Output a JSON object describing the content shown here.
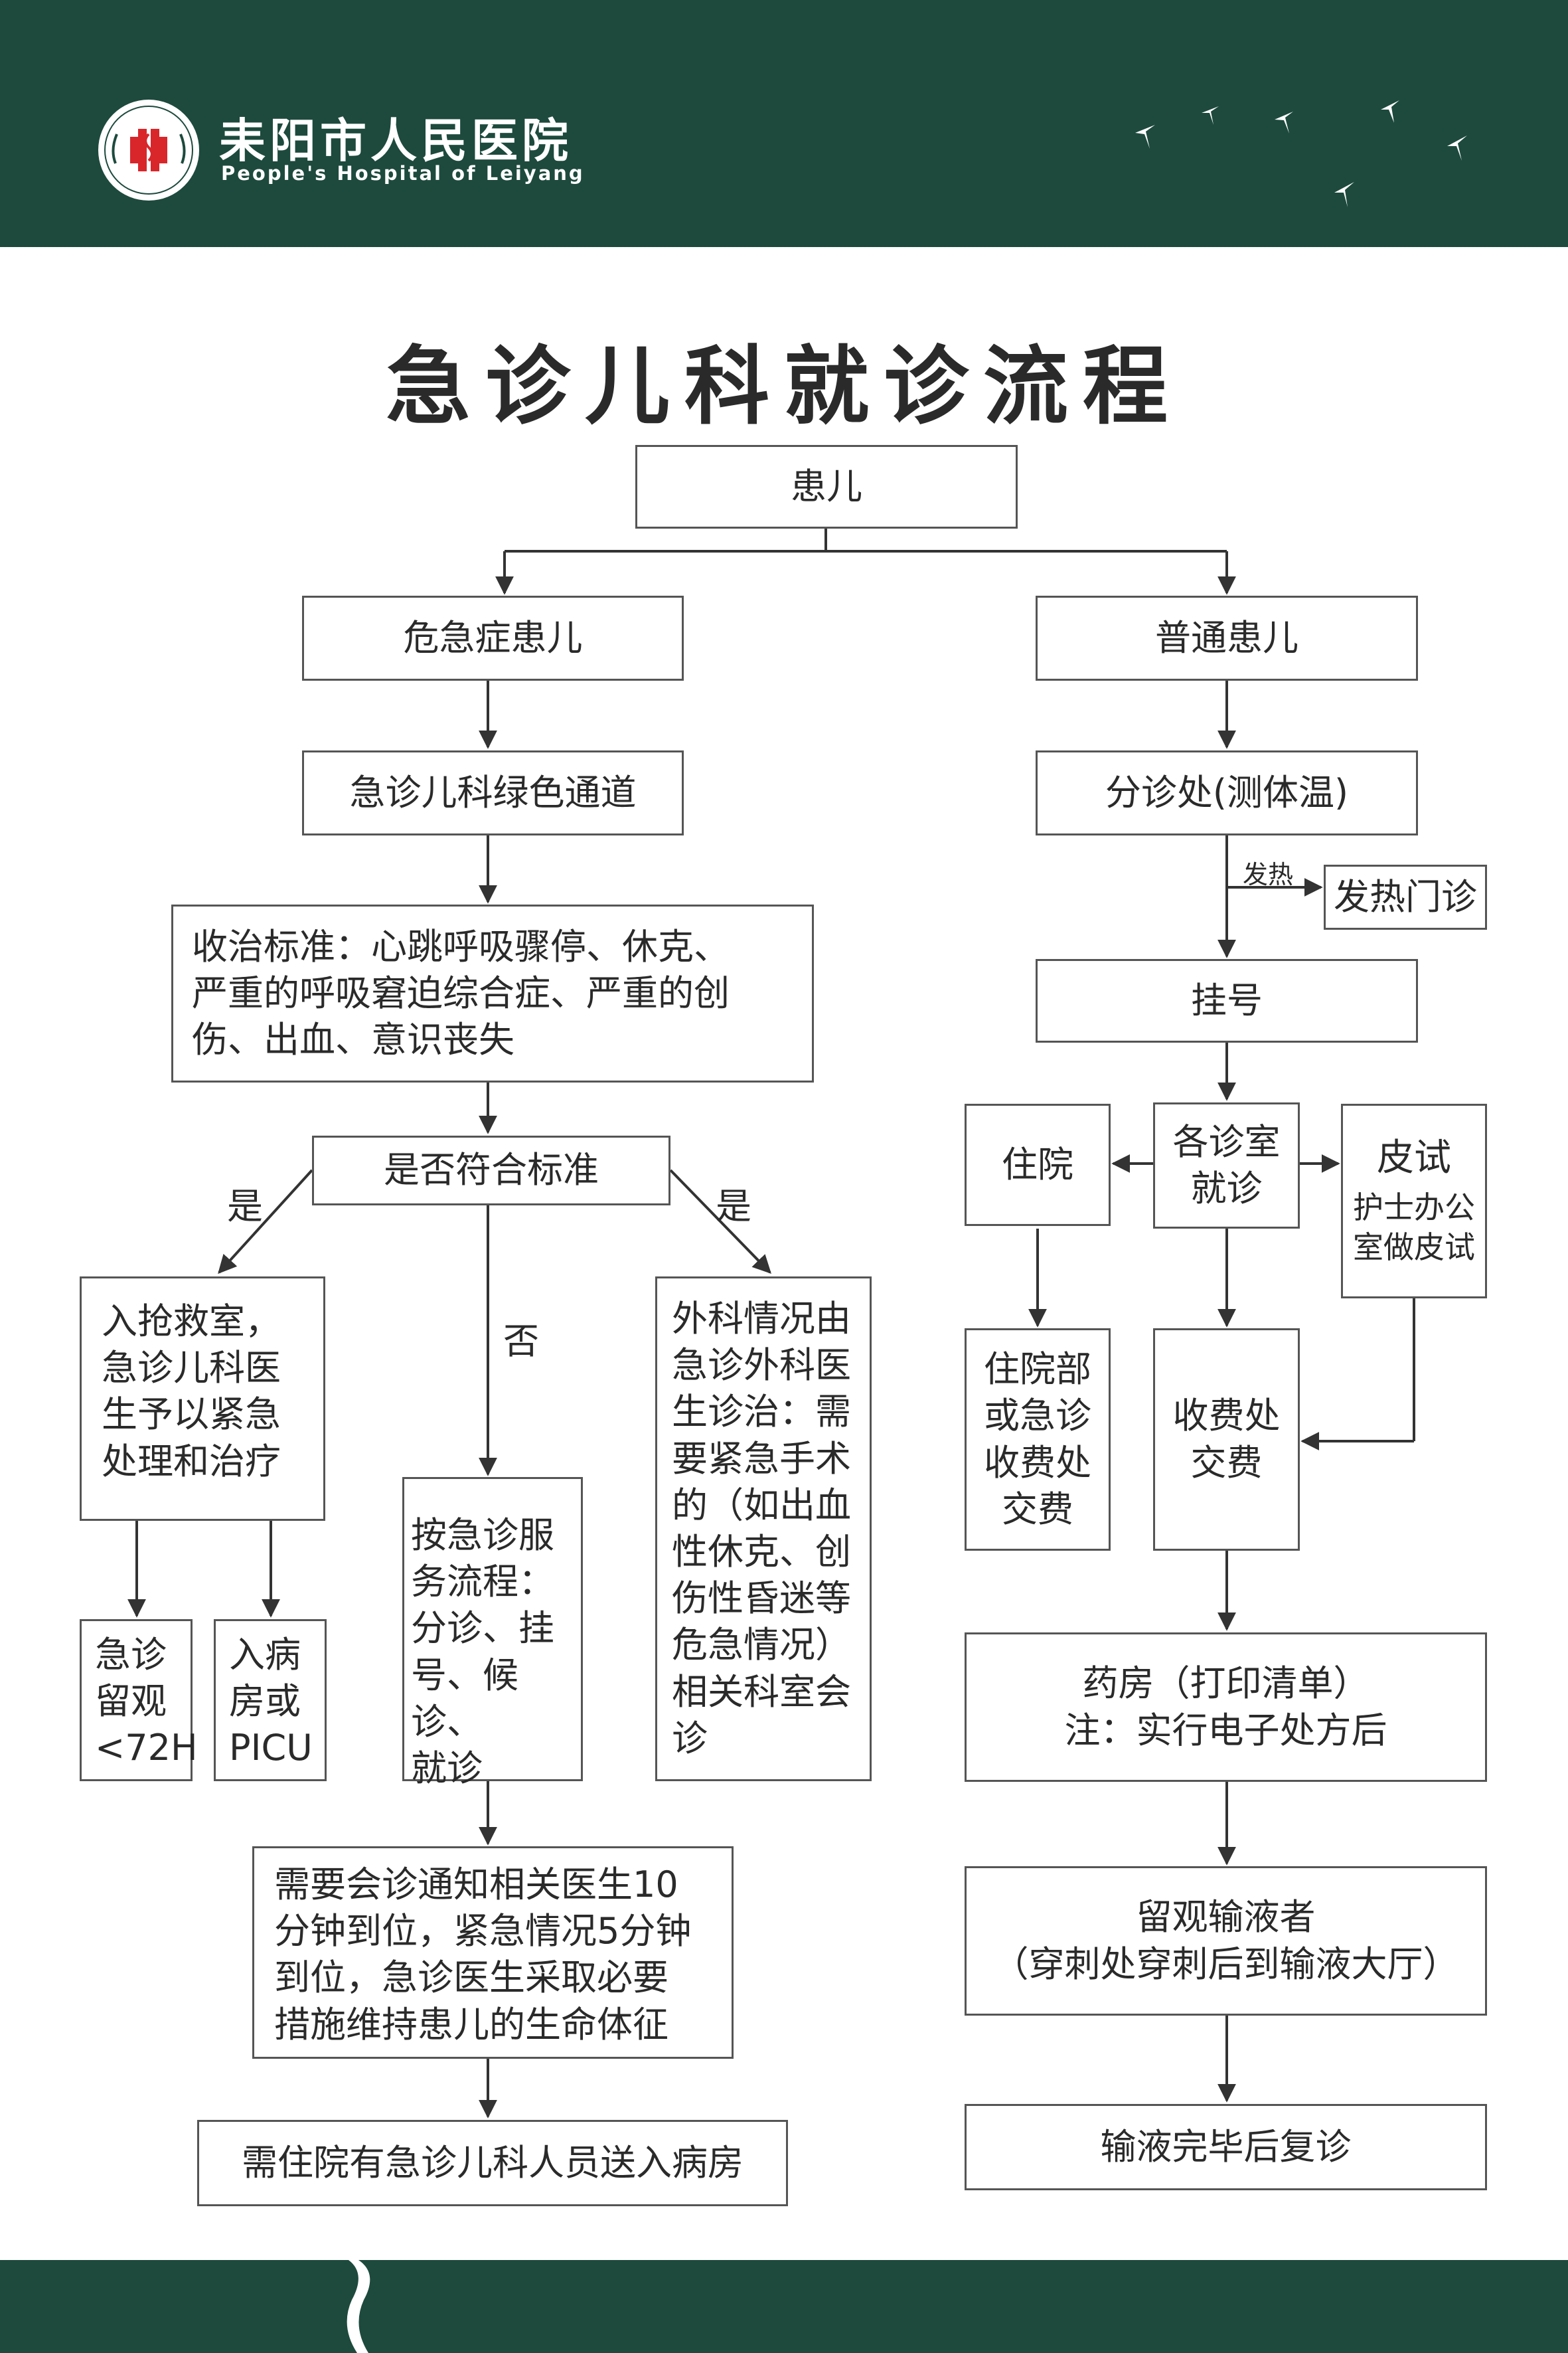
{
  "header": {
    "hospital_name_cn": "耒阳市人民医院",
    "hospital_name_en": "People's Hospital of Leiyang",
    "logo_icon": "hospital-cross-emblem-icon",
    "decoration_icon": "swallows-icon",
    "colors": {
      "header_bg": "#1d4a3d",
      "logo_red": "#d8262b",
      "line": "#333333"
    }
  },
  "title": "急诊儿科就诊流程",
  "flow": {
    "root": "患儿",
    "left": {
      "head": "危急症患儿",
      "green_channel": "急诊儿科绿色通道",
      "criteria": [
        "收治标准：心跳呼吸骤停、休克、",
        "严重的呼吸窘迫综合症、严重的创",
        "伤、出血、意识丧失"
      ],
      "decision": "是否符合标准",
      "yes_left": "是",
      "yes_right": "是",
      "no": "否",
      "rescue": [
        "入抢救室，",
        "急诊儿科医",
        "生予以紧急",
        "处理和治疗"
      ],
      "observation": [
        "急诊",
        "留观",
        "<72H"
      ],
      "ward": [
        "入病",
        "房或",
        "PICU"
      ],
      "service": [
        "按急诊服",
        "务流程：",
        "分诊、挂",
        "号、候诊、",
        "就诊"
      ],
      "surgery": [
        "外科情况由",
        "急诊外科医",
        "生诊治：需",
        "要紧急手术",
        "的（如出血",
        "性休克、创",
        "伤性昏迷等",
        "危急情况）",
        "相关科室会",
        "诊"
      ],
      "consult": [
        "需要会诊通知相关医生10",
        "分钟到位，紧急情况5分钟",
        "到位，急诊医生采取必要",
        "措施维持患儿的生命体征"
      ],
      "admit": "需住院有急诊儿科人员送入病房"
    },
    "right": {
      "head": "普通患儿",
      "triage": "分诊处(测体温)",
      "fever_label": "发热",
      "fever_clinic": "发热门诊",
      "register": "挂号",
      "clinic": [
        "各诊室",
        "就诊"
      ],
      "hospitalize": "住院",
      "skin_test": [
        "皮试",
        "护士办公",
        "室做皮试"
      ],
      "inpatient_pay": [
        "住院部",
        "或急诊",
        "收费处",
        "交费"
      ],
      "pay": [
        "收费处",
        "交费"
      ],
      "pharmacy": [
        "药房（打印清单）",
        "注：实行电子处方后"
      ],
      "infusion": [
        "留观输液者",
        "（穿刺处穿刺后到输液大厅）"
      ],
      "revisit": "输液完毕后复诊"
    }
  }
}
